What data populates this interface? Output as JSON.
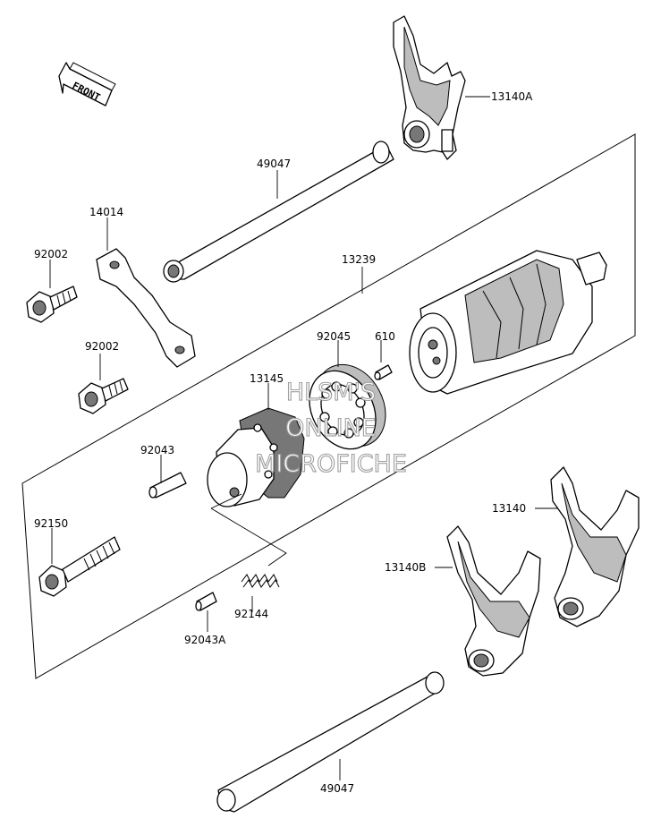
{
  "orientation": {
    "arrow_label": "FRONT"
  },
  "parts": [
    {
      "id": "fork-a",
      "number": "13140A"
    },
    {
      "id": "shaft-top",
      "number": "49047"
    },
    {
      "id": "plate",
      "number": "14014"
    },
    {
      "id": "bolt-upper",
      "number": "92002"
    },
    {
      "id": "bolt-lower",
      "number": "92002"
    },
    {
      "id": "drum",
      "number": "13239"
    },
    {
      "id": "bearing",
      "number": "92045"
    },
    {
      "id": "pin-610",
      "number": "610"
    },
    {
      "id": "holder",
      "number": "13145"
    },
    {
      "id": "pin-92043",
      "number": "92043"
    },
    {
      "id": "bolt-92150",
      "number": "92150"
    },
    {
      "id": "spring",
      "number": "92144"
    },
    {
      "id": "pin-92043a",
      "number": "92043A"
    },
    {
      "id": "fork",
      "number": "13140"
    },
    {
      "id": "fork-b",
      "number": "13140B"
    },
    {
      "id": "shaft-bottom",
      "number": "49047"
    }
  ],
  "watermark": {
    "lines": [
      "HLSM'S",
      "ONLINE",
      "MICROFICHE"
    ]
  }
}
